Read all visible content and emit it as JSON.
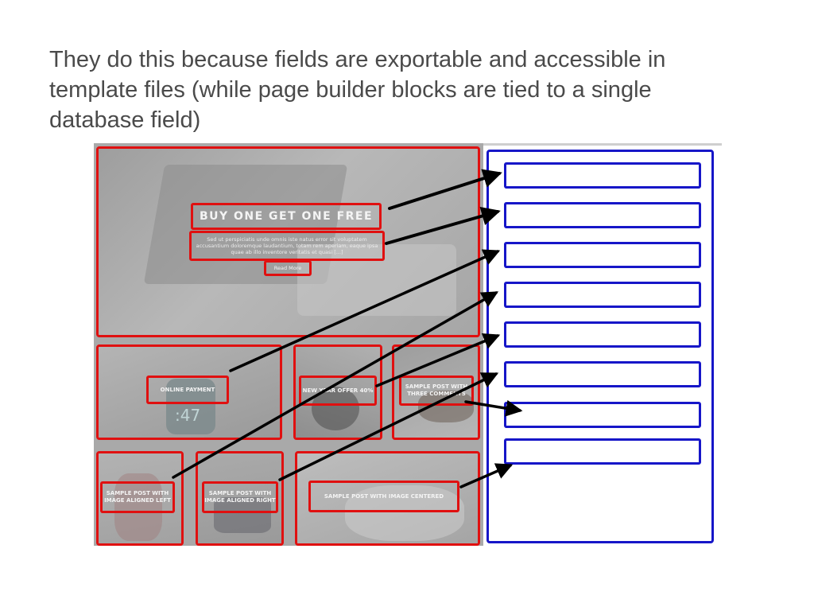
{
  "slide": {
    "title": "They do this because fields are exportable and accessible in template files (while page builder blocks are tied to a single database field)"
  },
  "page_builder": {
    "hero": {
      "title": "BUY ONE GET ONE FREE",
      "description": "Sed ut perspiciatis unde omnis iste natus error sit voluptatem accusantium doloremque laudantium, totam rem aperiam, eaque ipsa quae ab illo inventore veritatis et quasi [...]",
      "button": "Read More"
    },
    "tiles": {
      "online_payment": "ONLINE PAYMENT",
      "new_year_offer": "NEW YEAR OFFER 40%",
      "sample_three_comments": "SAMPLE POST WITH THREE COMMENTS",
      "image_left": "SAMPLE POST WITH IMAGE ALIGNED LEFT",
      "image_right": "SAMPLE POST WITH IMAGE ALIGNED RIGHT",
      "image_centered": "SAMPLE POST WITH IMAGE CENTERED"
    },
    "watch_digits": ":47"
  },
  "colors": {
    "block_outline": "#e01010",
    "field_outline": "#1616c8",
    "arrow": "#000000"
  }
}
